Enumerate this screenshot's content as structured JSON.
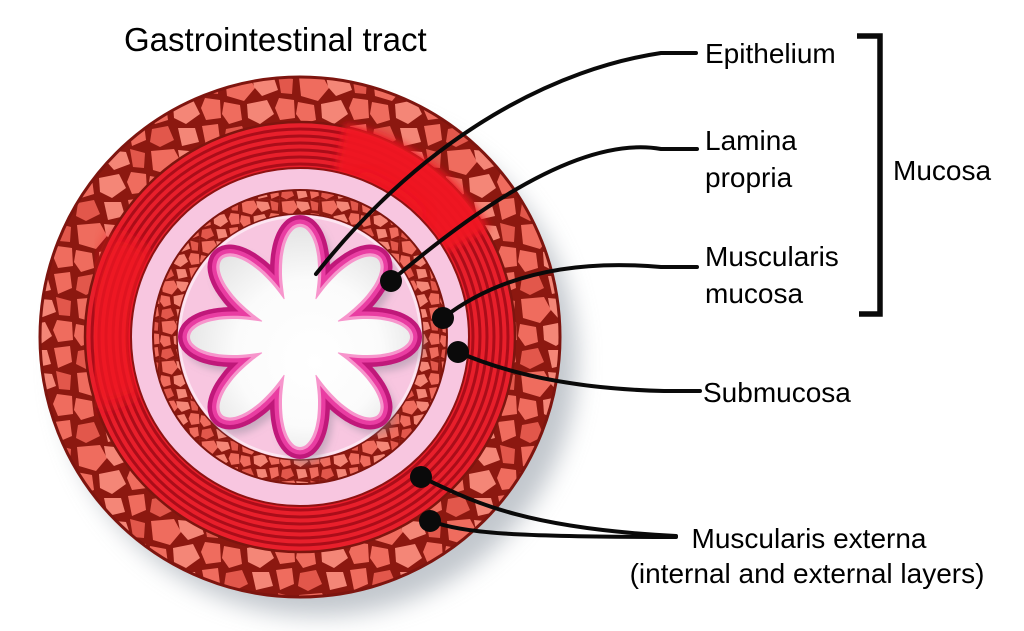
{
  "title": "Gastrointestinal tract",
  "labels": {
    "epithelium": {
      "text": "Epithelium"
    },
    "lamina_propria": {
      "line1": "Lamina",
      "line2": "propria"
    },
    "muscularis_mucosa": {
      "line1": "Muscularis",
      "line2": "mucosa"
    },
    "mucosa_group": {
      "text": "Mucosa"
    },
    "submucosa": {
      "text": "Submucosa"
    },
    "muscularis_externa": {
      "line1": "Muscularis externa",
      "line2": "(internal and external layers)"
    }
  },
  "colors": {
    "text": "#000000",
    "line": "#0A0A0A",
    "pink": "#F8C6E0",
    "magenta_dark": "#C0187A",
    "magenta": "#E93DA2",
    "magenta_light": "#F795CC",
    "red": "#E81F2B",
    "red_bright": "#F01220",
    "red_stripe": "#AB0D19",
    "salmon": "#EF6C5E",
    "grout": "#8C1810",
    "outline": "#7E150F",
    "shadow": "#9AA2AC"
  }
}
